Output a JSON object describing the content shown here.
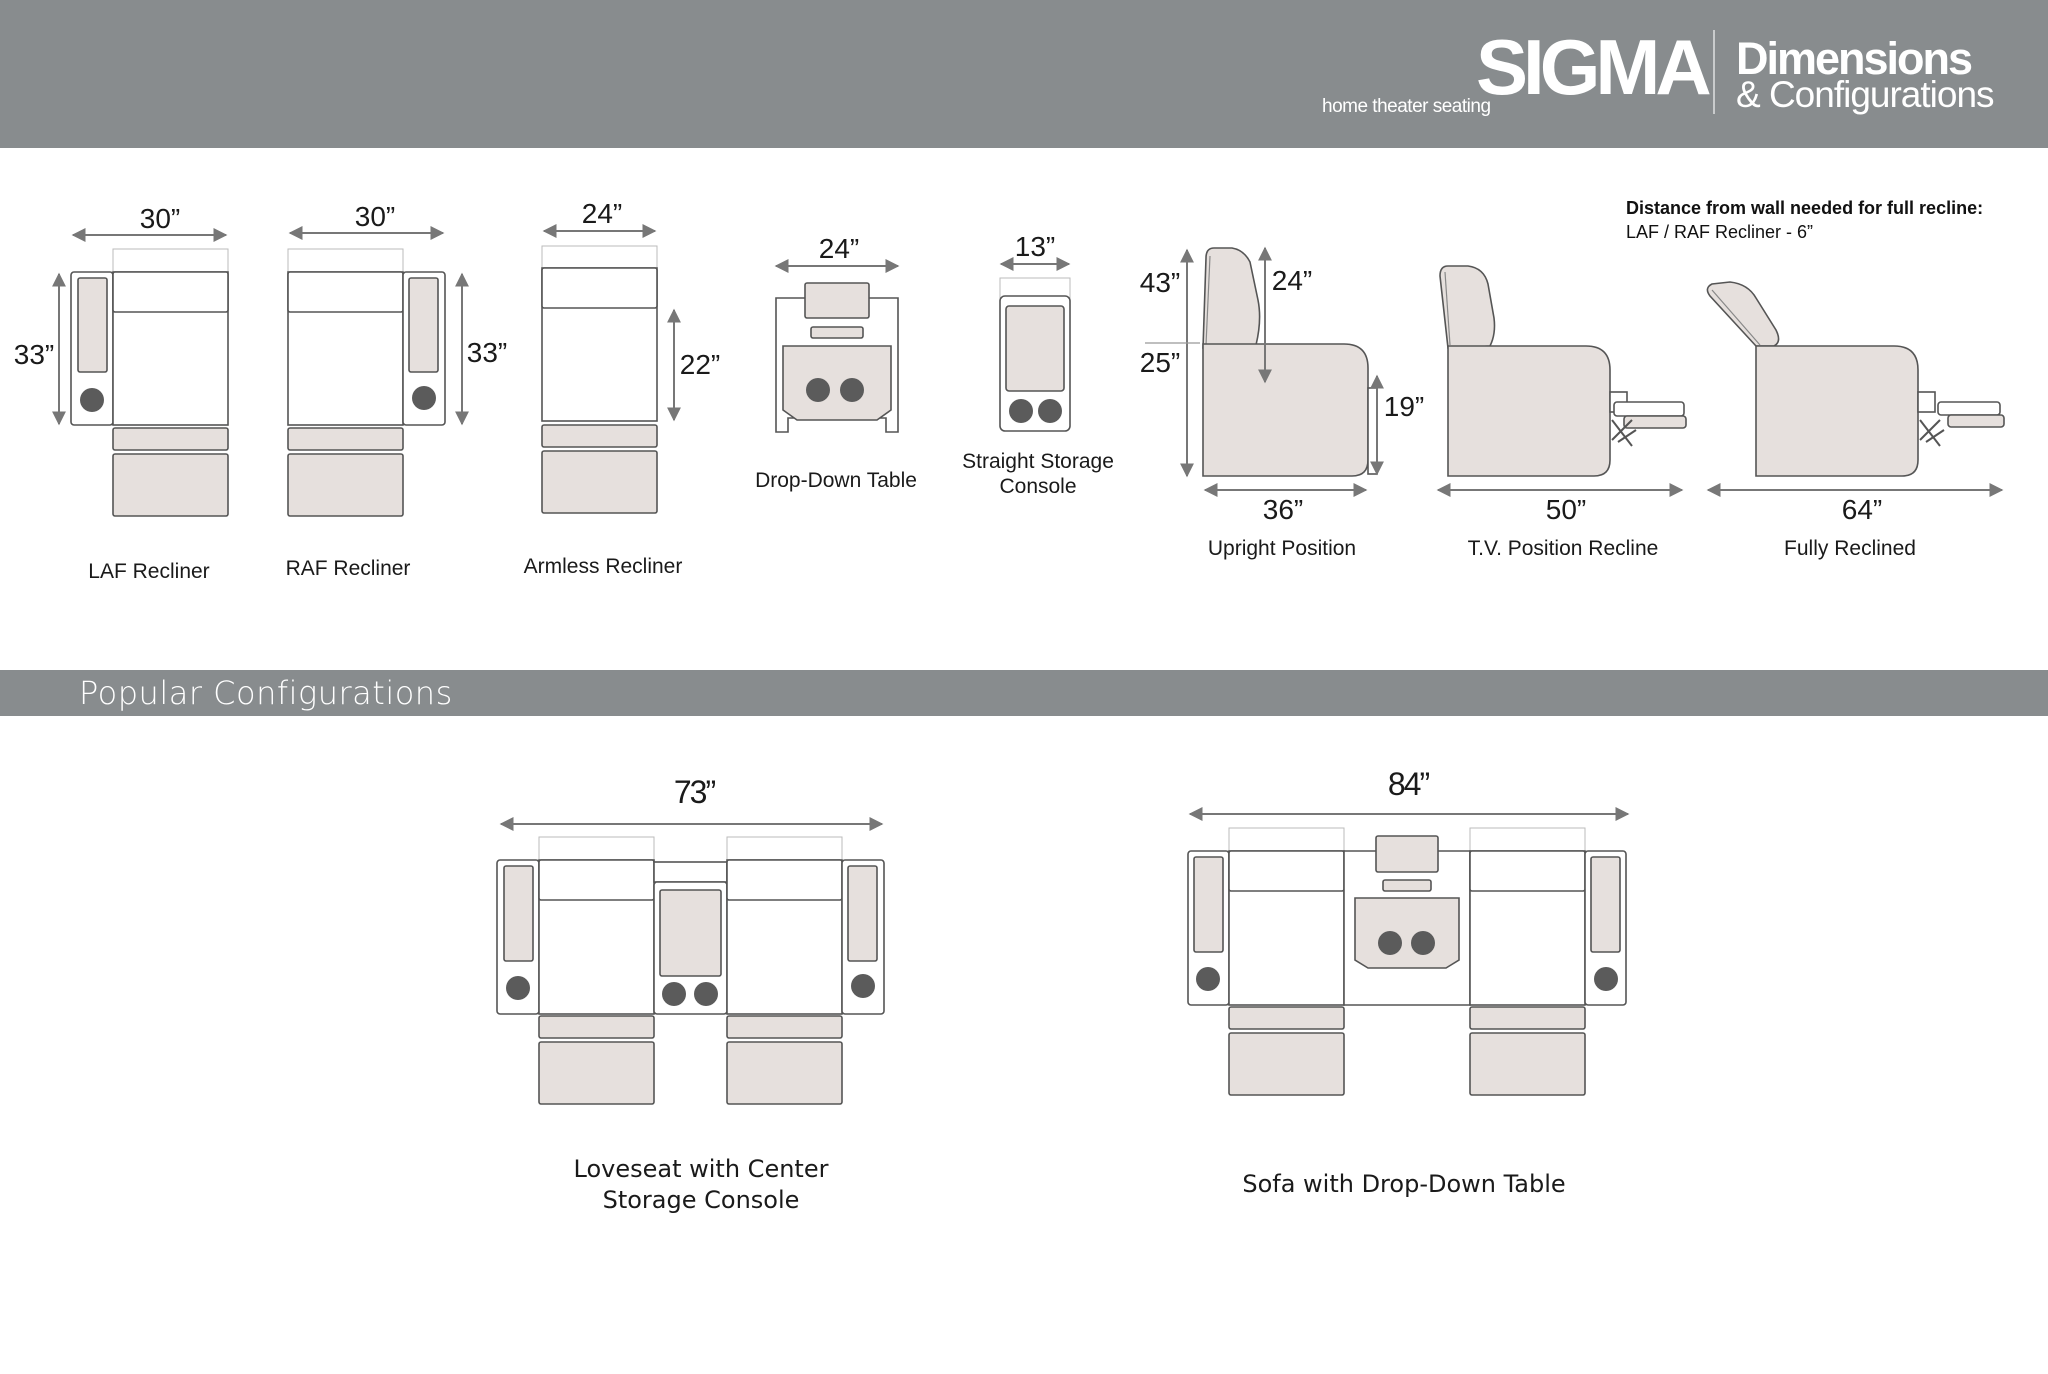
{
  "header": {
    "brand": "SIGMA",
    "brand_sub": "home theater seating",
    "title_line1": "Dimensions",
    "title_line2": "& Configurations"
  },
  "note": {
    "line1": "Distance from wall needed for full recline:",
    "line2": "LAF / RAF Recliner - 6”"
  },
  "units": {
    "laf": {
      "label": "LAF Recliner",
      "width": "30”",
      "depth": "33”"
    },
    "raf": {
      "label": "RAF Recliner",
      "width": "30”",
      "depth": "33”"
    },
    "armless": {
      "label": "Armless Recliner",
      "width": "24”",
      "depth": "22”"
    },
    "table": {
      "label": "Drop-Down Table",
      "width": "24”"
    },
    "console": {
      "label_line1": "Straight Storage",
      "label_line2": "Console",
      "width": "13”"
    }
  },
  "profiles": {
    "upright": {
      "label": "Upright Position",
      "width": "36”",
      "height": "43”",
      "seat_height": "25”",
      "back_height": "24”",
      "arm_height": "19”"
    },
    "tv": {
      "label": "T.V. Position Recline",
      "width": "50”"
    },
    "full": {
      "label": "Fully Reclined",
      "width": "64”"
    }
  },
  "section": {
    "title": "Popular Configurations"
  },
  "configs": {
    "loveseat": {
      "label_line1": "Loveseat with Center",
      "label_line2": "Storage Console",
      "width": "73”"
    },
    "sofa": {
      "label": "Sofa with Drop-Down Table",
      "width": "84”"
    }
  },
  "colors": {
    "header": "#888c8e",
    "fill": "#e6e0dd",
    "stroke": "#555555",
    "cup": "#5b5b5b",
    "arrow": "#777777"
  }
}
